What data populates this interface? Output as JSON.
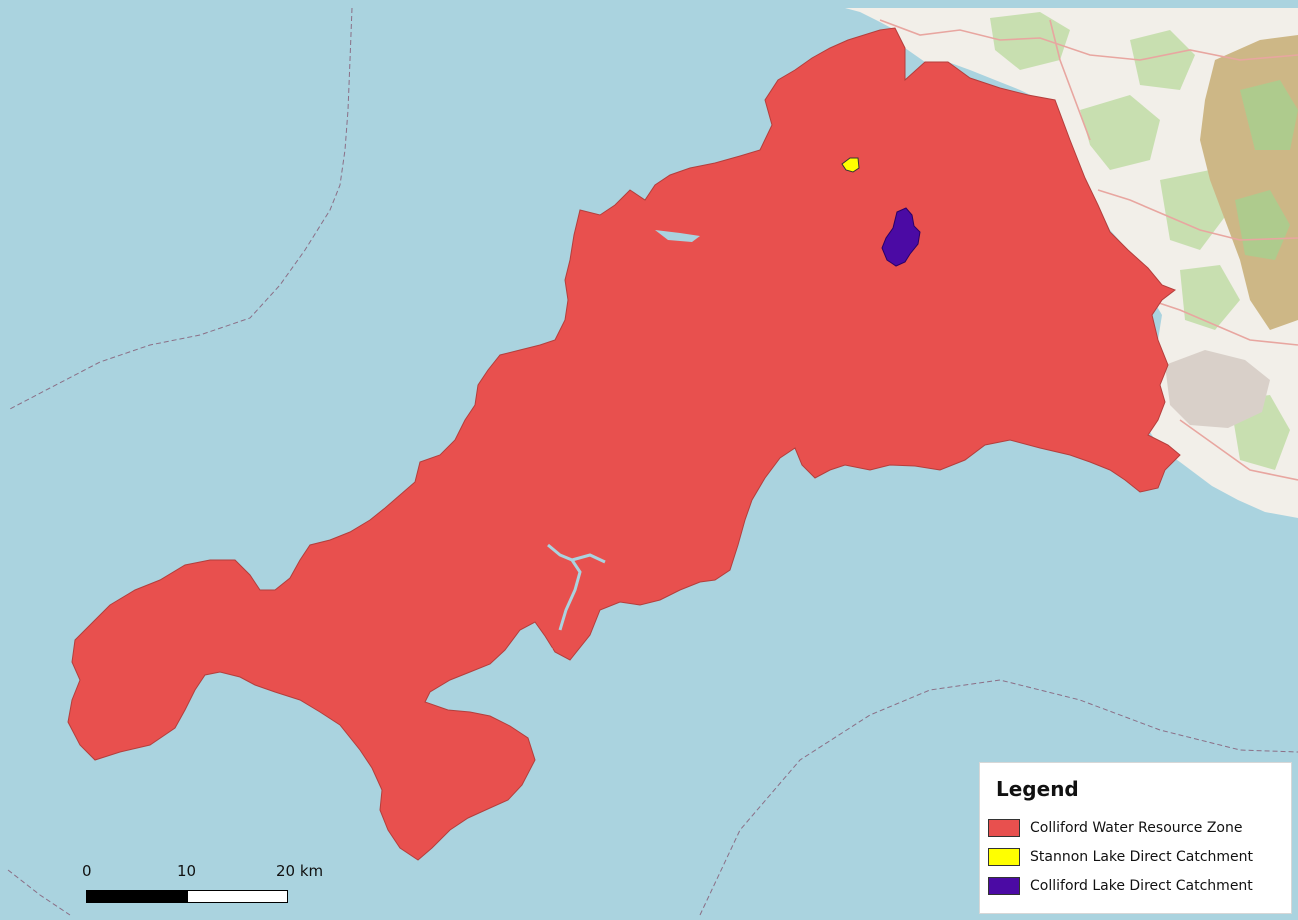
{
  "legend": {
    "title": "Legend",
    "items": [
      {
        "label": "Colliford Water Resource Zone",
        "color": "#e8504e"
      },
      {
        "label": "Stannon Lake Direct Catchment",
        "color": "#ffff00"
      },
      {
        "label": "Colliford Lake Direct Catchment",
        "color": "#4b0aa4"
      }
    ]
  },
  "scale_bar": {
    "labels": [
      "0",
      "10",
      "20 km"
    ],
    "segment_colors": [
      "#000000",
      "#ffffff"
    ]
  },
  "colors": {
    "sea": "#aad3df",
    "land": "#f2efe9",
    "greenery": "#c8dfb0",
    "woodland": "#aecb8d",
    "upland": "#cdb786",
    "urban": "#d9d0c9",
    "roads": "#e8a6a0",
    "boundary": "#8b6f86",
    "zone_outline": "#b43e3c"
  }
}
